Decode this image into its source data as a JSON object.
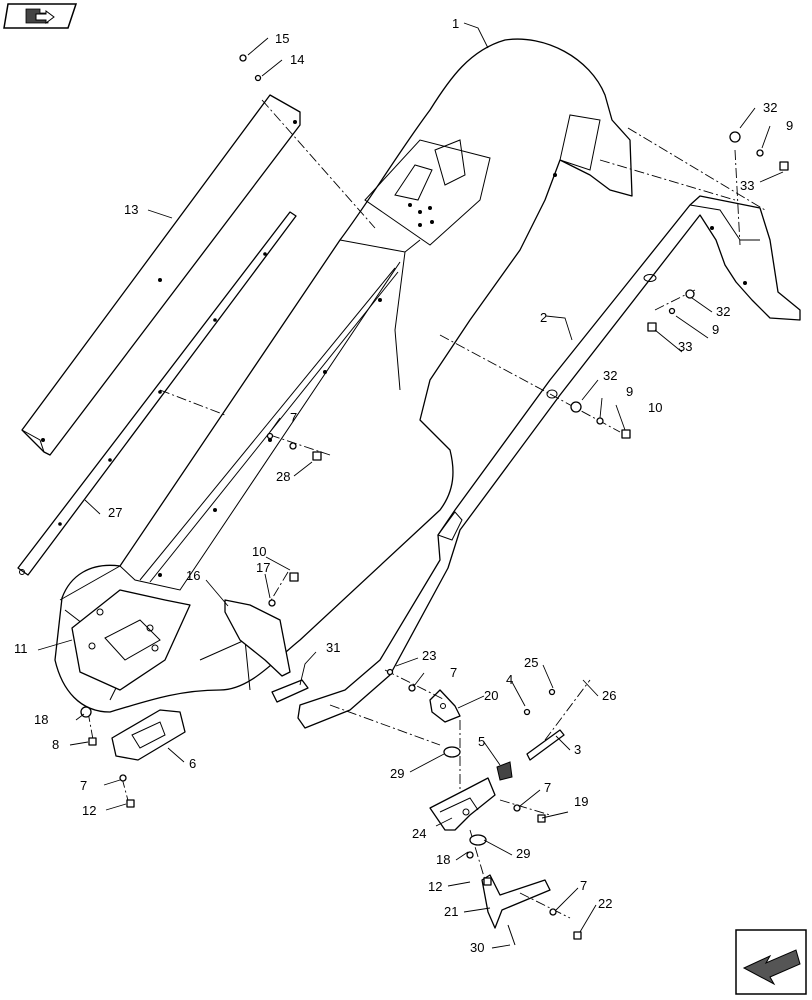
{
  "nav": {
    "top_icon": "folder-arrow-icon",
    "bottom_icon": "next-page-arrow-icon"
  },
  "callouts": {
    "c1": "1",
    "c2": "2",
    "c3": "3",
    "c4": "4",
    "c5": "5",
    "c6": "6",
    "c7a": "7",
    "c7b": "7",
    "c7c": "7",
    "c7d": "7",
    "c7e": "7",
    "c8": "8",
    "c9a": "9",
    "c9b": "9",
    "c9c": "9",
    "c10a": "10",
    "c10b": "10",
    "c11": "11",
    "c12a": "12",
    "c12b": "12",
    "c13": "13",
    "c14": "14",
    "c15": "15",
    "c16": "16",
    "c17": "17",
    "c18a": "18",
    "c18b": "18",
    "c19": "19",
    "c20": "20",
    "c21": "21",
    "c22": "22",
    "c23": "23",
    "c24": "24",
    "c25": "25",
    "c26": "26",
    "c27": "27",
    "c28": "28",
    "c29a": "29",
    "c29b": "29",
    "c30": "30",
    "c31": "31",
    "c32a": "32",
    "c32b": "32",
    "c32c": "32",
    "c33a": "33",
    "c33b": "33"
  }
}
